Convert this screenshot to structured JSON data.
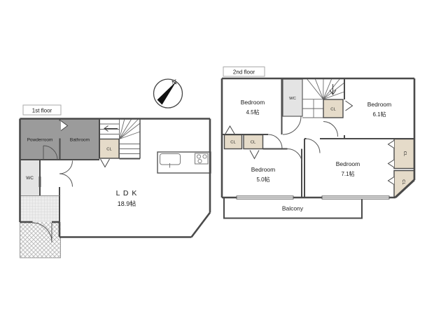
{
  "floor1": {
    "label": "1st floor",
    "powderroom": "Powderroom",
    "bathroom": "Bathroom",
    "wc": "WC",
    "closet": "CL",
    "ldk_name": "L D K",
    "ldk_size": "18.9帖"
  },
  "floor2": {
    "label": "2nd floor",
    "wc": "WC",
    "closet": "CL",
    "balcony": "Balcony",
    "bedrooms": [
      {
        "name": "Bedroom",
        "size": "4.5帖"
      },
      {
        "name": "Bedroom",
        "size": "6.1帖"
      },
      {
        "name": "Bedroom",
        "size": "5.0帖"
      },
      {
        "name": "Bedroom",
        "size": "7.1帖"
      }
    ]
  },
  "compass": {
    "north": "N"
  },
  "colors": {
    "wall": "#4a4a4a",
    "bath_gray": "#9b9b9b",
    "wc_gray": "#e4e4e4",
    "closet_beige": "#e5dbc9",
    "background": "#ffffff"
  }
}
